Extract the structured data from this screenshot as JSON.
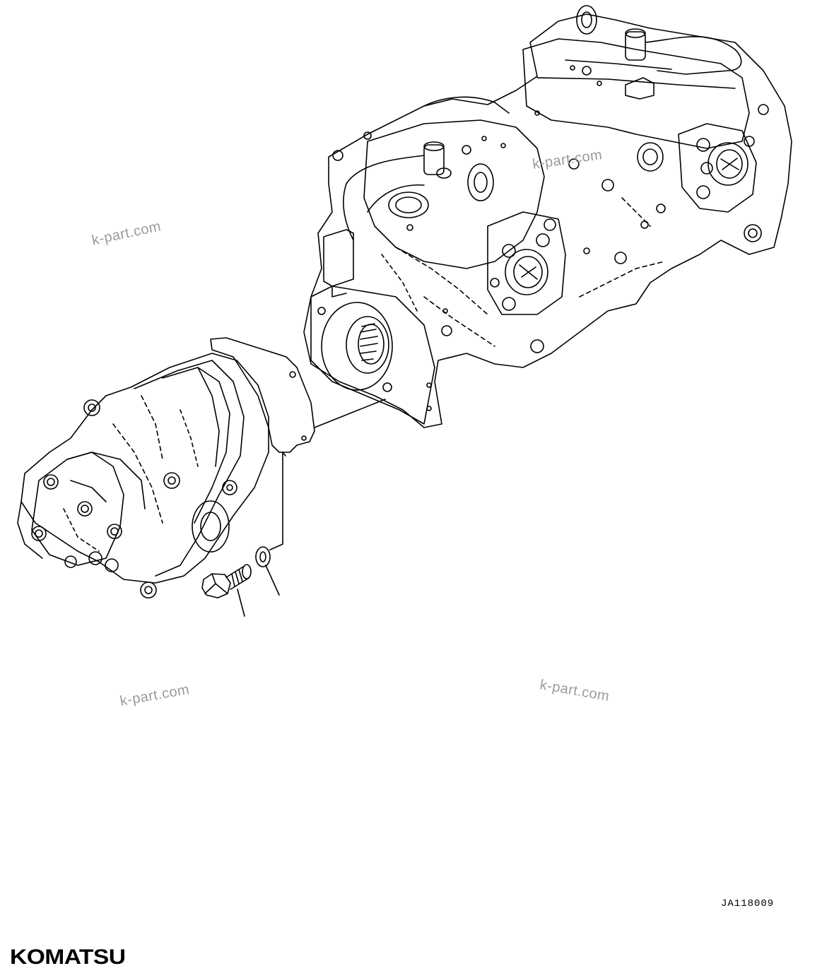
{
  "watermarks": [
    "k-part.com",
    "k-part.com",
    "k-part.com",
    "k-part.com"
  ],
  "drawing_code": "JA118009",
  "brand": "KOMATSU",
  "colors": {
    "line": "#000000",
    "watermark": "#9a9a9a",
    "background": "#ffffff"
  }
}
